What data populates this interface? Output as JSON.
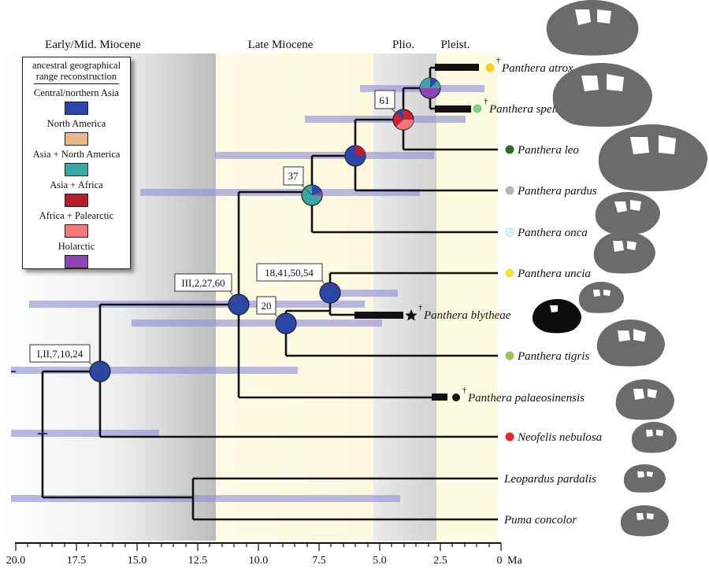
{
  "periods": [
    "Early/Mid. Miocene",
    "Late Miocene",
    "Plio.",
    "Pleist."
  ],
  "legend": {
    "title_line1": "ancestral geographical",
    "title_line2": "range reconstruction",
    "items": [
      {
        "label": "Central/northern Asia",
        "color": "#2a46a8"
      },
      {
        "label": "North America",
        "color": "#e7b989"
      },
      {
        "label": "Asia + North America",
        "color": "#3aa7a4"
      },
      {
        "label": "Asia + Africa",
        "color": "#b81e2b"
      },
      {
        "label": "Africa + Palearctic",
        "color": "#f2767a"
      },
      {
        "label": "Holarctic",
        "color": "#8b45b4"
      }
    ]
  },
  "node_labels": [
    "I,II,7,10,24",
    "III,2,27,60",
    "20",
    "18,41,50,54",
    "37",
    "61"
  ],
  "taxa": [
    {
      "name": "Panthera atrox",
      "extinct": true,
      "dot_color": "#f4d01f"
    },
    {
      "name": "Panthera spelaea",
      "extinct": true,
      "dot_color": "#7dd18a"
    },
    {
      "name": "Panthera leo",
      "extinct": false,
      "dot_color": "#2e6b35"
    },
    {
      "name": "Panthera pardus",
      "extinct": false,
      "dot_color": "#b5b5b5"
    },
    {
      "name": "Panthera onca",
      "extinct": false,
      "dot_color": "#dff0f9"
    },
    {
      "name": "Panthera uncia",
      "extinct": false,
      "dot_color": "#f2e43a"
    },
    {
      "name": "Panthera blytheae",
      "extinct": true,
      "dot_color": "#111111"
    },
    {
      "name": "Panthera tigris",
      "extinct": false,
      "dot_color": "#9fc15a"
    },
    {
      "name": "Panthera palaeosinensis",
      "extinct": true,
      "dot_color": "#111111"
    },
    {
      "name": "Neofelis nebulosa",
      "extinct": false,
      "dot_color": "#e8232a"
    },
    {
      "name": "Leopardus pardalis",
      "extinct": false,
      "dot_color": ""
    },
    {
      "name": "Puma concolor",
      "extinct": false,
      "dot_color": ""
    }
  ],
  "dagger": "†",
  "axis": {
    "ticks": [
      "20.0",
      "17.5",
      "15.0",
      "12.5",
      "10.0",
      "7.5",
      "5.0",
      "2.5",
      "0"
    ],
    "unit": "Ma"
  }
}
